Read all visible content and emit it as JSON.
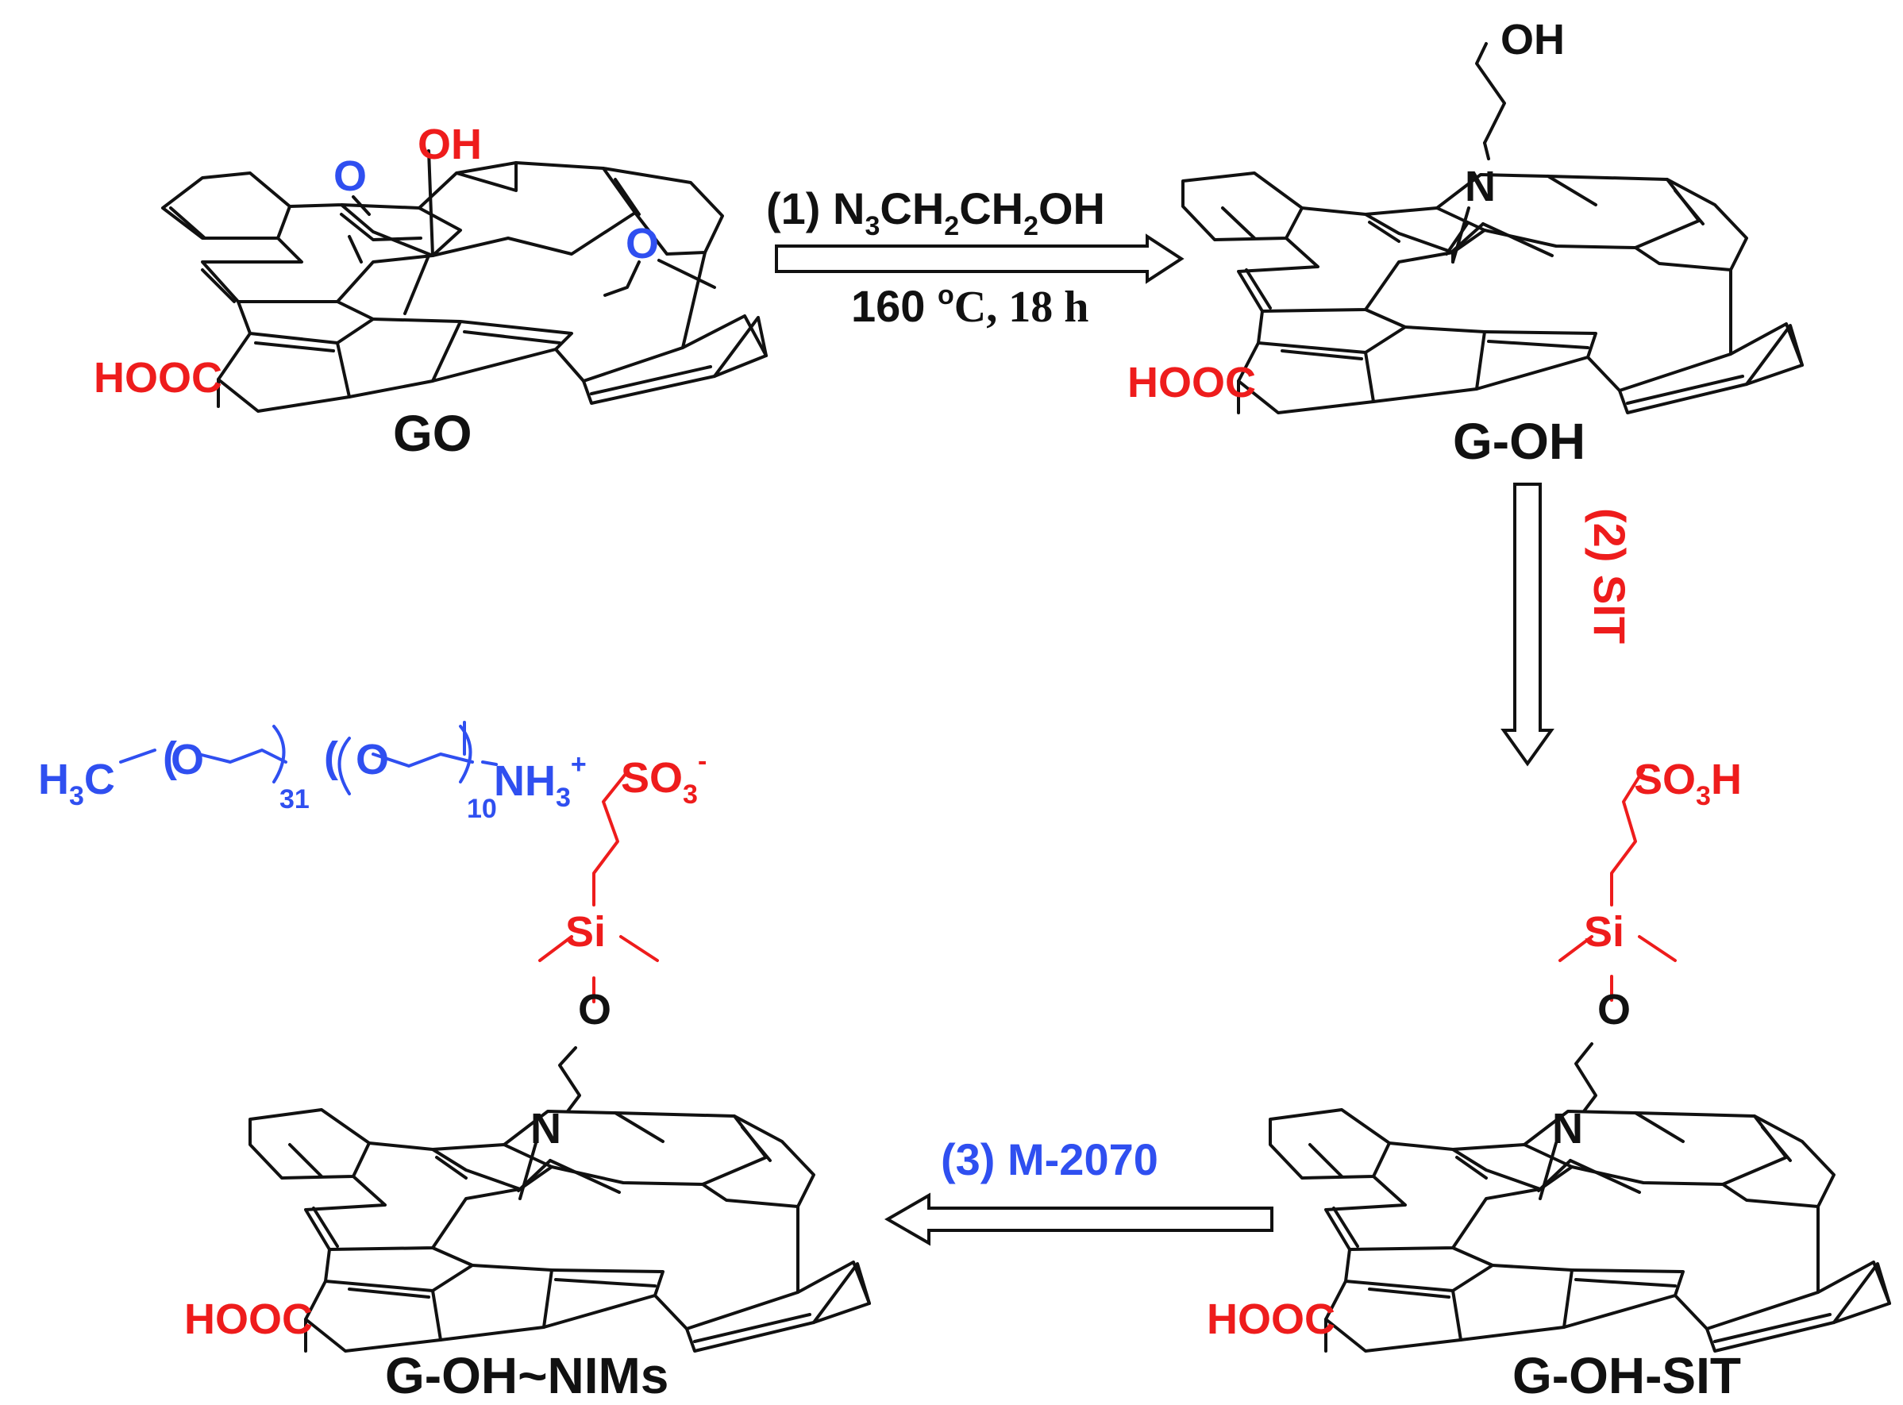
{
  "colors": {
    "red": "#ee1c1c",
    "blue": "#2f4ff0",
    "black": "#111111"
  },
  "compounds": {
    "go": {
      "name": "GO",
      "cooh": "HOOC",
      "oh": "OH",
      "epoxy_o1": "O",
      "epoxy_o2": "O"
    },
    "goh": {
      "name": "G-OH",
      "oh": "OH",
      "n": "N",
      "cooh": "HOOC"
    },
    "gohsit": {
      "name": "G-OH-SIT",
      "so3h": "SO",
      "so3h_sub": "3",
      "so3h_h": "H",
      "si": "Si",
      "o": "O",
      "n": "N",
      "cooh": "HOOC"
    },
    "gohnims": {
      "name": "G-OH~NIMs",
      "n": "N",
      "cooh": "HOOC",
      "o": "O",
      "si": "Si",
      "so3": "SO",
      "so3_sub": "3",
      "so3_charge": "-",
      "h3c": "H",
      "h3c_sub": "3",
      "h3c_c": "C",
      "o_a": "O",
      "o_b": "O",
      "n31": "31",
      "n10": "10",
      "nh3": "NH",
      "nh3_sub": "3",
      "nh3_charge": "+",
      "paren_open": "(",
      "paren_close": ")"
    }
  },
  "steps": {
    "step1": {
      "prefix": "(1) N",
      "sub1": "3",
      "mid1": "CH",
      "sub2": "2",
      "mid2": "CH",
      "sub3": "2",
      "suffix": "OH",
      "temp": "160 ",
      "deg": "o",
      "temp_unit": "C, 18 h"
    },
    "step2": {
      "label": "(2) SIT"
    },
    "step3": {
      "label": "(3) M-2070"
    }
  }
}
